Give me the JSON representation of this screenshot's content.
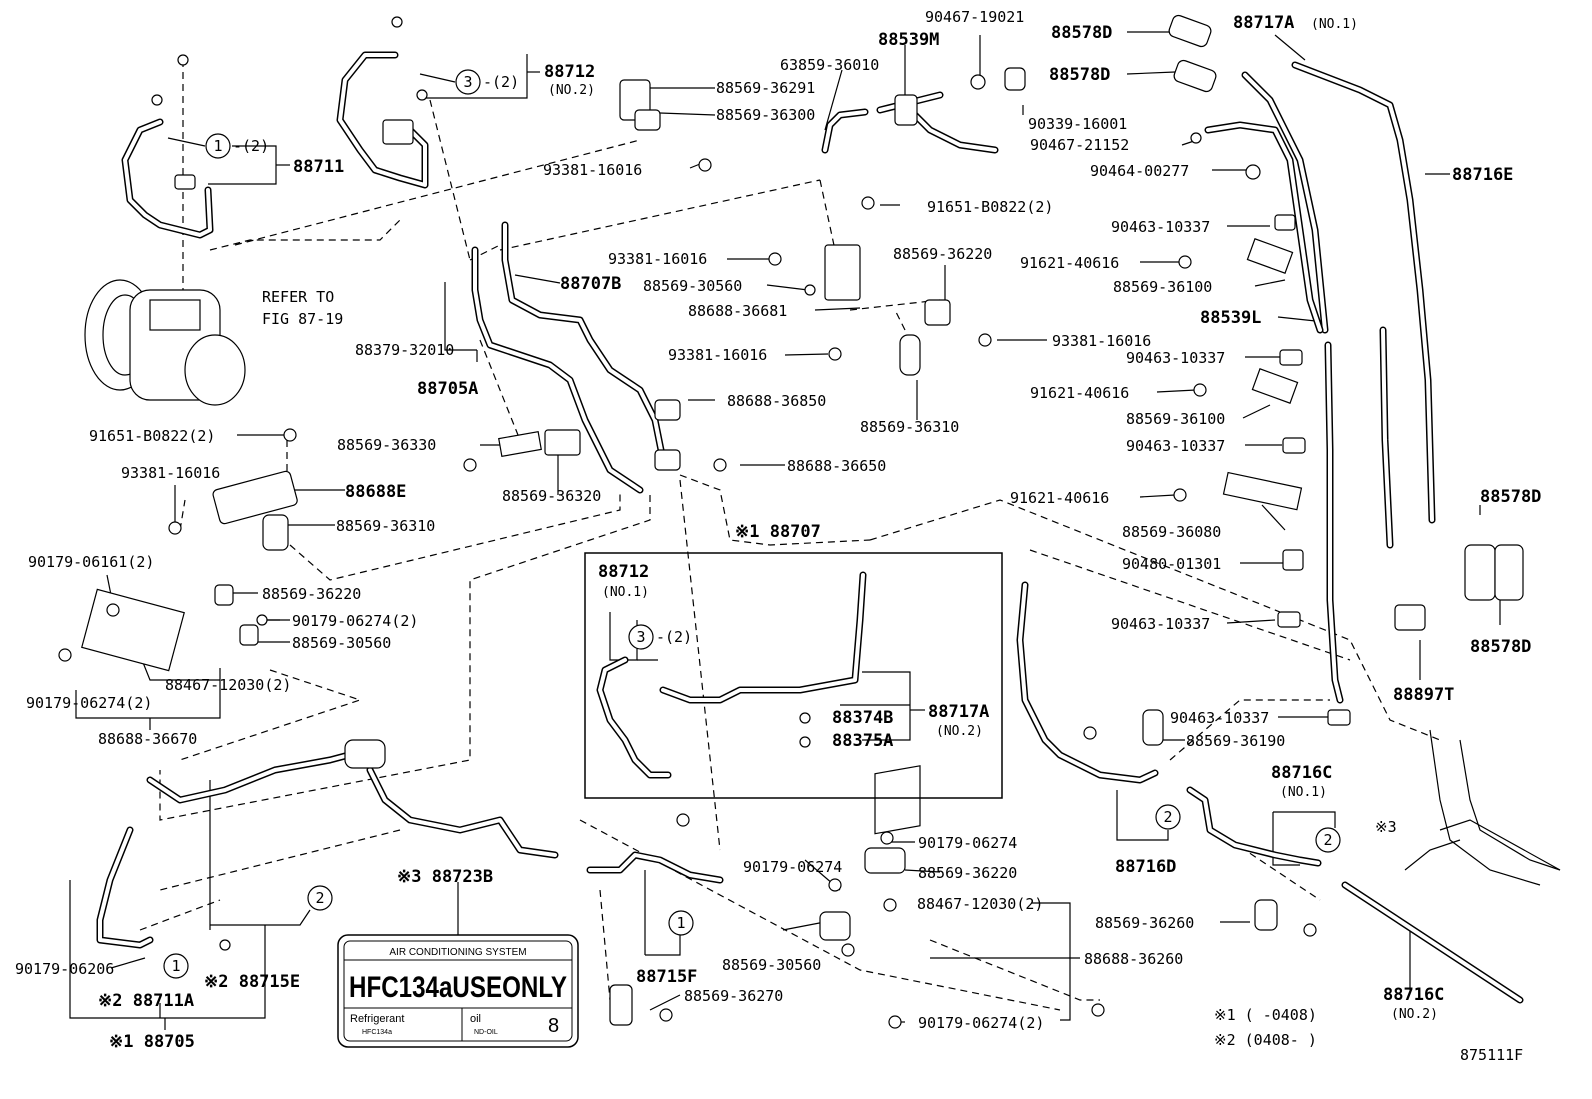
{
  "figure_id": "875111F",
  "refer_note": [
    "REFER TO",
    "FIG 87-19"
  ],
  "notes": {
    "n1": "※1 (      -0408)",
    "n2": "※2 (0408-      )",
    "n3": "※3"
  },
  "label": {
    "prefix": "※3",
    "part": "88723B",
    "header": "AIR CONDITIONING SYSTEM",
    "big": "HFC134aUSEONLY",
    "refrigerant": "Refrigerant",
    "refrigerant_sub": "HFC134a",
    "oil": "oil",
    "oil_sub": "ND-OIL",
    "oil_num": "8"
  },
  "callouts": {
    "c1": "1",
    "c2": "2",
    "c3": "3",
    "qty2": "-(2)"
  },
  "parts": [
    {
      "id": "p88711",
      "text": "88711",
      "bold": true
    },
    {
      "id": "p88712top",
      "text": "88712",
      "bold": true
    },
    {
      "id": "p88712top_sub",
      "text": "(NO.2)"
    },
    {
      "id": "p88569_36291",
      "text": "88569-36291"
    },
    {
      "id": "p88569_36300",
      "text": "88569-36300"
    },
    {
      "id": "p93381_16016a",
      "text": "93381-16016"
    },
    {
      "id": "p63859_36010",
      "text": "63859-36010"
    },
    {
      "id": "p88539M",
      "text": "88539M",
      "bold": true
    },
    {
      "id": "p90467_19021",
      "text": "90467-19021"
    },
    {
      "id": "p88578Da",
      "text": "88578D",
      "bold": true
    },
    {
      "id": "p88578Db",
      "text": "88578D",
      "bold": true
    },
    {
      "id": "p90339_16001",
      "text": "90339-16001"
    },
    {
      "id": "p88717A1",
      "text": "88717A",
      "bold": true
    },
    {
      "id": "p88717A1_sub",
      "text": "(NO.1)"
    },
    {
      "id": "p90467_21152",
      "text": "90467-21152"
    },
    {
      "id": "p90464_00277",
      "text": "90464-00277"
    },
    {
      "id": "p88716E",
      "text": "88716E",
      "bold": true
    },
    {
      "id": "p91651_B0822a",
      "text": "91651-B0822(2)"
    },
    {
      "id": "p90463_10337a",
      "text": "90463-10337"
    },
    {
      "id": "p93381_16016b",
      "text": "93381-16016"
    },
    {
      "id": "p88569_30560a",
      "text": "88569-30560"
    },
    {
      "id": "p88569_36220a",
      "text": "88569-36220"
    },
    {
      "id": "p91621_40616a",
      "text": "91621-40616"
    },
    {
      "id": "p88569_36100a",
      "text": "88569-36100"
    },
    {
      "id": "p88707B",
      "text": "88707B",
      "bold": true
    },
    {
      "id": "p88688_36681",
      "text": "88688-36681"
    },
    {
      "id": "p88539L",
      "text": "88539L",
      "bold": true
    },
    {
      "id": "p93381_16016c",
      "text": "93381-16016"
    },
    {
      "id": "p88379_32010",
      "text": "88379-32010"
    },
    {
      "id": "p93381_16016d",
      "text": "93381-16016"
    },
    {
      "id": "p90463_10337b",
      "text": "90463-10337"
    },
    {
      "id": "p88705A",
      "text": "88705A",
      "bold": true
    },
    {
      "id": "p91621_40616b",
      "text": "91621-40616"
    },
    {
      "id": "p88688_36850",
      "text": "88688-36850"
    },
    {
      "id": "p88569_36100b",
      "text": "88569-36100"
    },
    {
      "id": "p88569_36310a",
      "text": "88569-36310"
    },
    {
      "id": "p91651_B0822b",
      "text": "91651-B0822(2)"
    },
    {
      "id": "p88569_36330",
      "text": "88569-36330"
    },
    {
      "id": "p90463_10337c",
      "text": "90463-10337"
    },
    {
      "id": "p88688_36650",
      "text": "88688-36650"
    },
    {
      "id": "p93381_16016e",
      "text": "93381-16016"
    },
    {
      "id": "p88688E",
      "text": "88688E",
      "bold": true
    },
    {
      "id": "p91621_40616c",
      "text": "91621-40616"
    },
    {
      "id": "p88569_36320",
      "text": "88569-36320"
    },
    {
      "id": "p88569_36080",
      "text": "88569-36080"
    },
    {
      "id": "p88569_36310b",
      "text": "88569-36310"
    },
    {
      "id": "p88707",
      "text": "※1 88707",
      "bold": true
    },
    {
      "id": "p88578Dc",
      "text": "88578D",
      "bold": true
    },
    {
      "id": "p90179_06161",
      "text": "90179-06161(2)"
    },
    {
      "id": "p90480_01301",
      "text": "90480-01301"
    },
    {
      "id": "p88712in",
      "text": "88712",
      "bold": true
    },
    {
      "id": "p88712in_sub",
      "text": "(NO.1)"
    },
    {
      "id": "p88569_36220b",
      "text": "88569-36220"
    },
    {
      "id": "p90463_10337d",
      "text": "90463-10337"
    },
    {
      "id": "p90179_06274a",
      "text": "90179-06274(2)"
    },
    {
      "id": "p88569_30560b",
      "text": "88569-30560"
    },
    {
      "id": "p88578Dd",
      "text": "88578D",
      "bold": true
    },
    {
      "id": "p88467_12030a",
      "text": "88467-12030(2)"
    },
    {
      "id": "p88897T",
      "text": "88897T",
      "bold": true
    },
    {
      "id": "p90179_06274b",
      "text": "90179-06274(2)"
    },
    {
      "id": "p88374B",
      "text": "88374B",
      "bold": true
    },
    {
      "id": "p88717A2",
      "text": "88717A",
      "bold": true
    },
    {
      "id": "p88717A2_sub",
      "text": "(NO.2)"
    },
    {
      "id": "p88375A",
      "text": "88375A",
      "bold": true
    },
    {
      "id": "p90463_10337e",
      "text": "90463-10337"
    },
    {
      "id": "p88688_36670",
      "text": "88688-36670"
    },
    {
      "id": "p88569_36190",
      "text": "88569-36190"
    },
    {
      "id": "p88716C1",
      "text": "88716C",
      "bold": true
    },
    {
      "id": "p88716C1_sub",
      "text": "(NO.1)"
    },
    {
      "id": "p90179_06274c",
      "text": "90179-06274"
    },
    {
      "id": "p88716D",
      "text": "88716D",
      "bold": true
    },
    {
      "id": "p88569_36220c",
      "text": "88569-36220"
    },
    {
      "id": "p88723B",
      "text": "※3 88723B",
      "bold": true
    },
    {
      "id": "p90179_06274d",
      "text": "90179-06274"
    },
    {
      "id": "p88467_12030b",
      "text": "88467-12030(2)"
    },
    {
      "id": "p88569_36260",
      "text": "88569-36260"
    },
    {
      "id": "p88688_36260",
      "text": "88688-36260"
    },
    {
      "id": "p88715F",
      "text": "88715F",
      "bold": true
    },
    {
      "id": "p88569_30560c",
      "text": "88569-30560"
    },
    {
      "id": "p90179_06206",
      "text": "90179-06206"
    },
    {
      "id": "p88715E",
      "text": "※2 88715E",
      "bold": true
    },
    {
      "id": "p88716C2",
      "text": "88716C",
      "bold": true
    },
    {
      "id": "p88716C2_sub",
      "text": "(NO.2)"
    },
    {
      "id": "p88711A",
      "text": "※2 88711A",
      "bold": true
    },
    {
      "id": "p88569_36270",
      "text": "88569-36270"
    },
    {
      "id": "p90179_06274e",
      "text": "90179-06274(2)"
    },
    {
      "id": "p88705",
      "text": "※1 88705",
      "bold": true
    }
  ]
}
